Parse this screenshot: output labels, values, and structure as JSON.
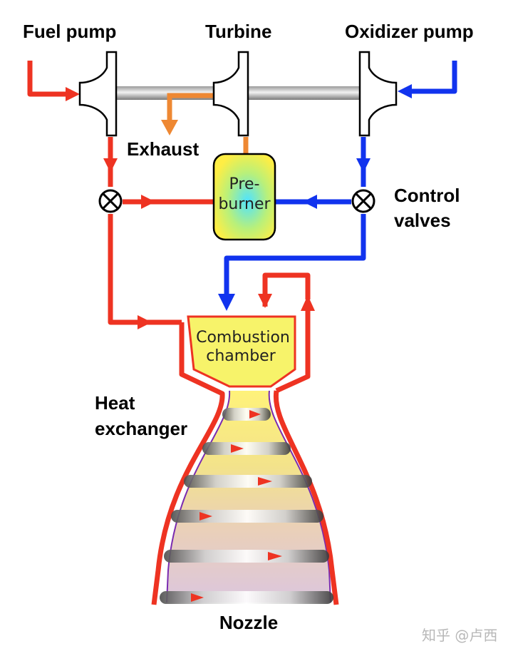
{
  "labels": {
    "fuel_pump": "Fuel pump",
    "turbine": "Turbine",
    "oxidizer_pump": "Oxidizer pump",
    "exhaust": "Exhaust",
    "preburner_line1": "Pre-",
    "preburner_line2": "burner",
    "control_line1": "Control",
    "control_line2": "valves",
    "combustion_line1": "Combustion",
    "combustion_line2": "chamber",
    "heat_line1": "Heat",
    "heat_line2": "exchanger",
    "nozzle": "Nozzle"
  },
  "watermark": "知乎 @卢西",
  "colors": {
    "fuel": "#ee3322",
    "oxidizer": "#1133ee",
    "exhaust": "#ee8833",
    "chamber": "#f7f36a",
    "outline": "#000000"
  }
}
